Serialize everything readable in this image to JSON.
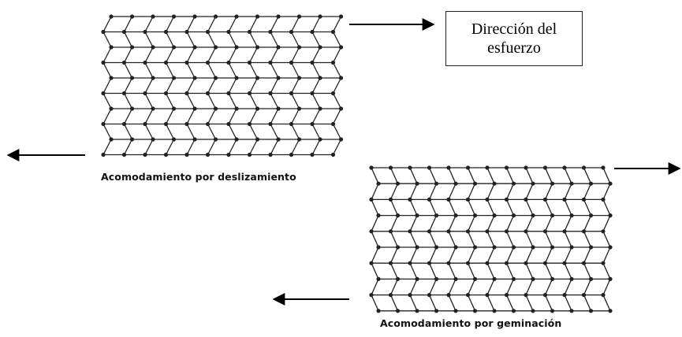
{
  "captions": {
    "slip": "Acomodamiento por deslizamiento",
    "twinning": "Acomodamiento por geminación"
  },
  "stress_box": {
    "line1": "Dirección del",
    "line2": "esfuerzo"
  },
  "colors": {
    "lattice": "#222222",
    "arrow": "#000000",
    "background": "#ffffff"
  }
}
